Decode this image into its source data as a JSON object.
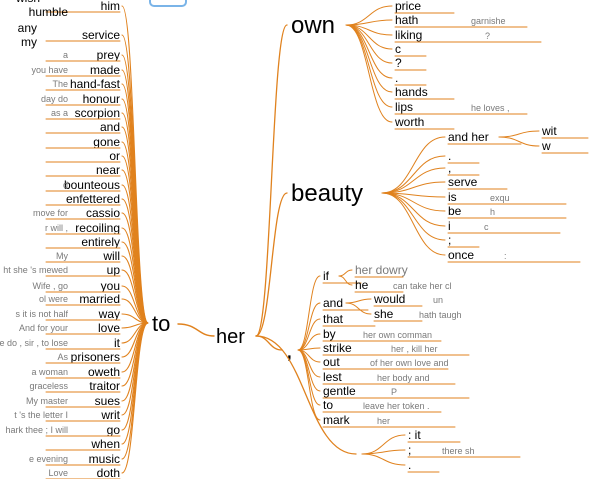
{
  "roots": [
    "to",
    "her"
  ],
  "left_branches": [
    {
      "word": "him",
      "ctx": [
        "wish",
        "humble"
      ]
    },
    {
      "word": "service",
      "ctx": [
        "any",
        "my"
      ]
    },
    {
      "word": "prey",
      "ctx": [
        "a"
      ]
    },
    {
      "word": "made",
      "ctx": [
        "you have"
      ]
    },
    {
      "word": "hand-fast",
      "ctx": [
        "The"
      ]
    },
    {
      "word": "honour",
      "ctx": [
        "day do"
      ]
    },
    {
      "word": "scorpion",
      "ctx": [
        "as a"
      ]
    },
    {
      "word": "and",
      "ctx": []
    },
    {
      "word": "gone",
      "ctx": []
    },
    {
      "word": "or",
      "ctx": []
    },
    {
      "word": "near",
      "ctx": []
    },
    {
      "word": "bounteous",
      "ctx": [
        "d"
      ]
    },
    {
      "word": "enfettered",
      "ctx": []
    },
    {
      "word": "cassio",
      "ctx": [
        "move for"
      ]
    },
    {
      "word": "recoiling",
      "ctx": [
        "r will ,"
      ]
    },
    {
      "word": "entirely",
      "ctx": []
    },
    {
      "word": "will",
      "ctx": [
        "My"
      ]
    },
    {
      "word": "up",
      "ctx": [
        "ht she 's mewed"
      ]
    },
    {
      "word": "you",
      "ctx": [
        "Wife , go"
      ]
    },
    {
      "word": "married",
      "ctx": [
        "ol were"
      ]
    },
    {
      "word": "way",
      "ctx": [
        "s it is not half"
      ]
    },
    {
      "word": "love",
      "ctx": [
        "And for your"
      ]
    },
    {
      "word": "it",
      "ctx": [
        "ne do , sir , to lose"
      ]
    },
    {
      "word": "prisoners",
      "ctx": [
        "As"
      ]
    },
    {
      "word": "oweth",
      "ctx": [
        "a woman"
      ]
    },
    {
      "word": "traitor",
      "ctx": [
        "graceless"
      ]
    },
    {
      "word": "sues",
      "ctx": [
        "My master"
      ]
    },
    {
      "word": "writ",
      "ctx": [
        "t 's the letter I"
      ]
    },
    {
      "word": "go",
      "ctx": [
        "hark thee ; I will"
      ]
    },
    {
      "word": "when",
      "ctx": []
    },
    {
      "word": "music",
      "ctx": [
        "e evening"
      ]
    },
    {
      "word": "doth",
      "ctx": [
        "Love"
      ]
    }
  ],
  "right_branches": [
    {
      "word": "own",
      "children": [
        {
          "word": "price",
          "ctx": ""
        },
        {
          "word": "hath",
          "ctx": "garnishe"
        },
        {
          "word": "liking",
          "ctx": "?"
        },
        {
          "word": "c",
          "ctx": ""
        },
        {
          "word": "?",
          "ctx": ""
        },
        {
          "word": ".",
          "ctx": ""
        },
        {
          "word": "hands",
          "ctx": ""
        },
        {
          "word": "lips",
          "ctx": "he loves ,"
        },
        {
          "word": "worth",
          "ctx": ""
        }
      ]
    },
    {
      "word": "beauty",
      "children": [
        {
          "word": "and her",
          "ctx": "",
          "sub": [
            {
              "word": "wit",
              "ctx": ""
            },
            {
              "word": "w",
              "ctx": ""
            }
          ]
        },
        {
          "word": ".",
          "ctx": ""
        },
        {
          "word": ",",
          "ctx": ""
        },
        {
          "word": "serve",
          "ctx": ""
        },
        {
          "word": "is",
          "ctx": "exqu"
        },
        {
          "word": "be",
          "ctx": "h"
        },
        {
          "word": "i",
          "ctx": "c"
        },
        {
          "word": ";",
          "ctx": ""
        },
        {
          "word": "once",
          "ctx": ":"
        }
      ]
    },
    {
      "word": ",",
      "children": [
        {
          "word": "if",
          "ctx": "",
          "sub": [
            {
              "word": "her dowry",
              "ctx": ""
            },
            {
              "word": "he",
              "ctx": "can take her cl"
            }
          ]
        },
        {
          "word": "and",
          "ctx": "",
          "sub": [
            {
              "word": "would",
              "ctx": "un"
            },
            {
              "word": "she",
              "ctx": "hath taugh"
            }
          ]
        },
        {
          "word": "that",
          "ctx": ""
        },
        {
          "word": "by",
          "ctx": "her own comman"
        },
        {
          "word": "strike",
          "ctx": "her , kill her"
        },
        {
          "word": "out",
          "ctx": "of her own love and"
        },
        {
          "word": "lest",
          "ctx": "her body and"
        },
        {
          "word": "gentle",
          "ctx": "P"
        },
        {
          "word": "to",
          "ctx": "leave her token ."
        },
        {
          "word": "mark",
          "ctx": "her"
        }
      ]
    },
    {
      "word": "",
      "children": [
        {
          "word": ": it",
          "ctx": ""
        },
        {
          "word": ";",
          "ctx": "there sh"
        },
        {
          "word": ".",
          "ctx": ""
        }
      ]
    }
  ],
  "colors": {
    "edge": "#e0821e",
    "text": "#000000",
    "context": "#7a7a7a",
    "accent": "#7ab4e8"
  }
}
